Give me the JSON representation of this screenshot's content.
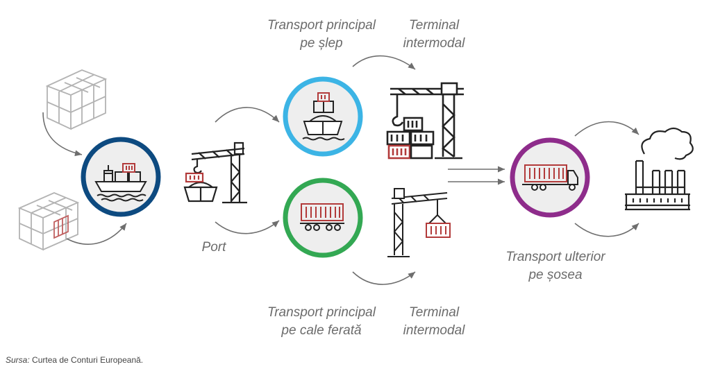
{
  "labels": {
    "barge_transport": [
      "Transport principal",
      "pe șlep"
    ],
    "terminal_top": [
      "Terminal",
      "intermodal"
    ],
    "port": "Port",
    "rail_transport": [
      "Transport principal",
      "pe cale ferată"
    ],
    "terminal_bottom": [
      "Terminal",
      "intermodal"
    ],
    "road_transport": [
      "Transport ulterior",
      "pe șosea"
    ]
  },
  "source": {
    "label": "Sursa:",
    "text": " Curtea de Conturi Europeană."
  },
  "colors": {
    "ship_circle": "#0d4a80",
    "barge_circle": "#3cb4e5",
    "rail_circle": "#33a853",
    "road_circle": "#8e2c8b",
    "accent_red": "#b23a3a",
    "icon_dark": "#222222",
    "arrow": "#6e6e6e"
  }
}
